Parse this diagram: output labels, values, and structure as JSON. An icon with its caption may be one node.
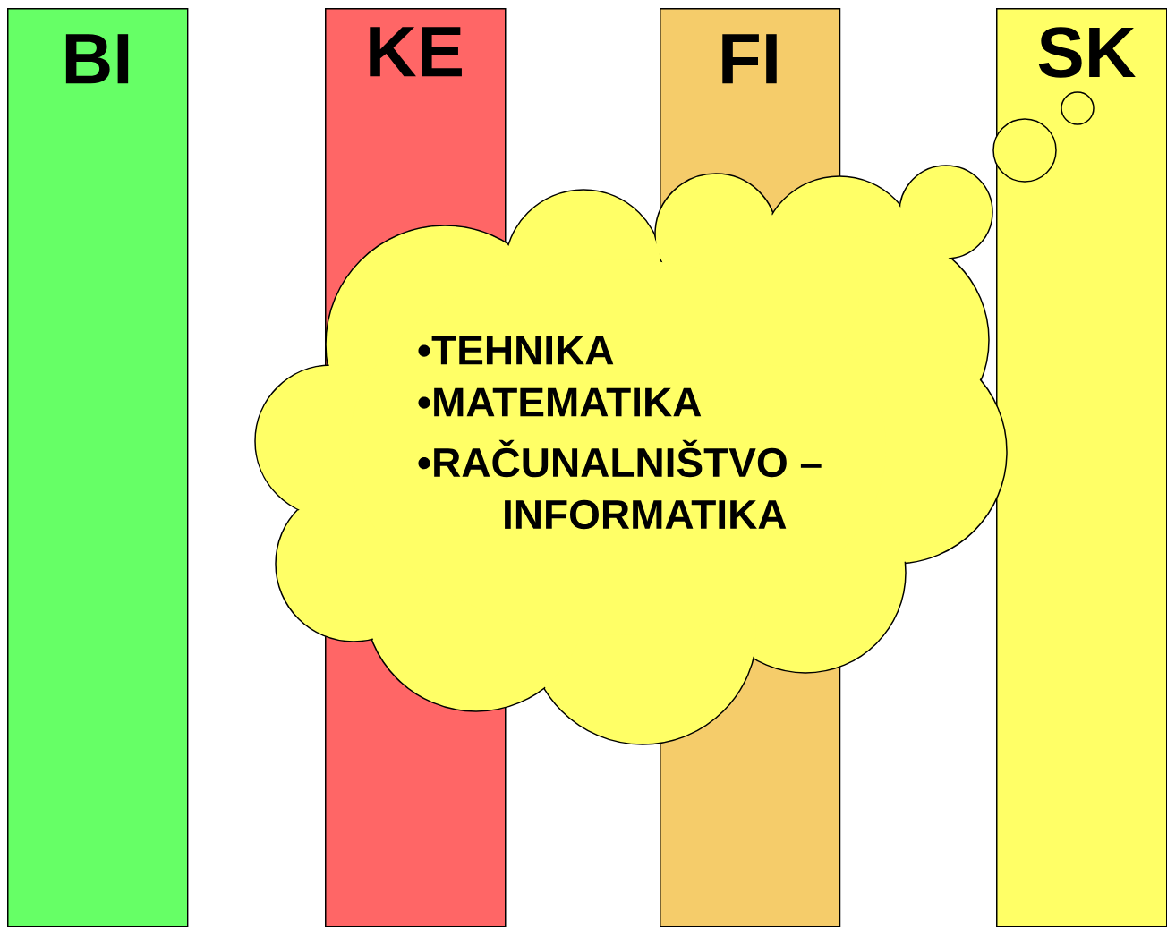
{
  "diagram": {
    "nodes": [
      {
        "text": [
          "BI"
        ]
      },
      {
        "text": [
          "KE"
        ]
      },
      {
        "text": [
          "FI"
        ]
      },
      {
        "text": [
          "SK"
        ]
      },
      {
        "text": [
          "•TEHNIKA",
          "•MATEMATIKA",
          "•RAČUNALNIŠTVO – INFORMATIKA"
        ]
      }
    ],
    "edges": []
  }
}
